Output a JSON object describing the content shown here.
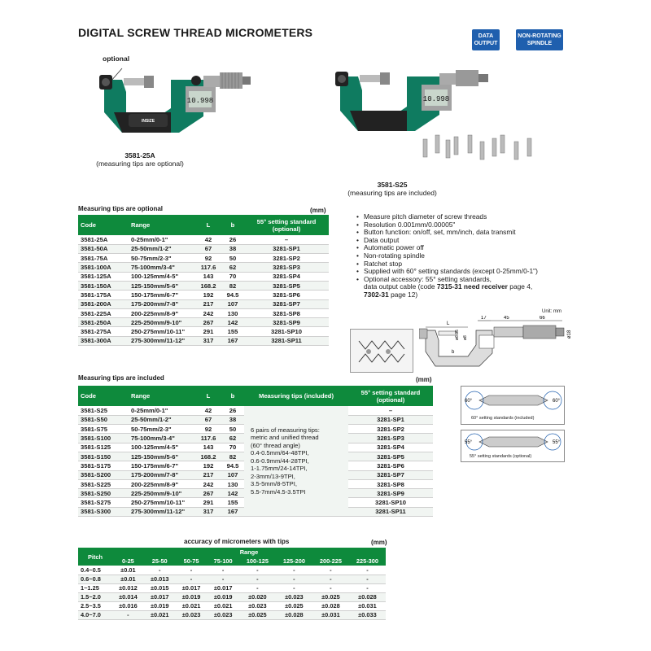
{
  "header": {
    "title": "DIGITAL SCREW THREAD MICROMETERS",
    "badge_data_output": "DATA OUTPUT",
    "badge_non_rotating": "NON-ROTATING SPINDLE"
  },
  "products": {
    "optional_label": "optional",
    "left_code": "3581-25A",
    "left_note": "(measuring tips are optional)",
    "right_code": "3581-S25",
    "right_note": "(measuring tips are included)",
    "display_value": "10.998",
    "brand": "INSIZE"
  },
  "table_optional": {
    "title": "Measuring tips are optional",
    "unit": "(mm)",
    "headers": [
      "Code",
      "Range",
      "L",
      "b",
      "55° setting standard (optional)"
    ],
    "rows": [
      [
        "3581-25A",
        "0-25mm/0-1\"",
        "42",
        "26",
        "–"
      ],
      [
        "3581-50A",
        "25-50mm/1-2\"",
        "67",
        "38",
        "3281-SP1"
      ],
      [
        "3581-75A",
        "50-75mm/2-3\"",
        "92",
        "50",
        "3281-SP2"
      ],
      [
        "3581-100A",
        "75-100mm/3-4\"",
        "117.6",
        "62",
        "3281-SP3"
      ],
      [
        "3581-125A",
        "100-125mm/4-5\"",
        "143",
        "70",
        "3281-SP4"
      ],
      [
        "3581-150A",
        "125-150mm/5-6\"",
        "168.2",
        "82",
        "3281-SP5"
      ],
      [
        "3581-175A",
        "150-175mm/6-7\"",
        "192",
        "94.5",
        "3281-SP6"
      ],
      [
        "3581-200A",
        "175-200mm/7-8\"",
        "217",
        "107",
        "3281-SP7"
      ],
      [
        "3581-225A",
        "200-225mm/8-9\"",
        "242",
        "130",
        "3281-SP8"
      ],
      [
        "3581-250A",
        "225-250mm/9-10\"",
        "267",
        "142",
        "3281-SP9"
      ],
      [
        "3581-275A",
        "250-275mm/10-11\"",
        "291",
        "155",
        "3281-SP10"
      ],
      [
        "3581-300A",
        "275-300mm/11-12\"",
        "317",
        "167",
        "3281-SP11"
      ]
    ]
  },
  "table_included": {
    "title": "Measuring tips are included",
    "unit": "(mm)",
    "headers": [
      "Code",
      "Range",
      "L",
      "b",
      "Measuring tips (included)",
      "55° setting standard (optional)"
    ],
    "tips_text": [
      "6 pairs of measuring tips:",
      "metric and unified thread",
      "(60° thread angle)",
      "0.4-0.5mm/64-48TPI,",
      "0.6-0.9mm/44-28TPI,",
      "1-1.75mm/24-14TPI,",
      "2-3mm/13-9TPI,",
      "3.5-5mm/8-5TPI,",
      "5.5-7mm/4.5-3.5TPI"
    ],
    "rows": [
      [
        "3581-S25",
        "0-25mm/0-1\"",
        "42",
        "26",
        "–"
      ],
      [
        "3581-S50",
        "25-50mm/1-2\"",
        "67",
        "38",
        "3281-SP1"
      ],
      [
        "3581-S75",
        "50-75mm/2-3\"",
        "92",
        "50",
        "3281-SP2"
      ],
      [
        "3581-S100",
        "75-100mm/3-4\"",
        "117.6",
        "62",
        "3281-SP3"
      ],
      [
        "3581-S125",
        "100-125mm/4-5\"",
        "143",
        "70",
        "3281-SP4"
      ],
      [
        "3581-S150",
        "125-150mm/5-6\"",
        "168.2",
        "82",
        "3281-SP5"
      ],
      [
        "3581-S175",
        "150-175mm/6-7\"",
        "192",
        "94.5",
        "3281-SP6"
      ],
      [
        "3581-S200",
        "175-200mm/7-8\"",
        "217",
        "107",
        "3281-SP7"
      ],
      [
        "3581-S225",
        "200-225mm/8-9\"",
        "242",
        "130",
        "3281-SP8"
      ],
      [
        "3581-S250",
        "225-250mm/9-10\"",
        "267",
        "142",
        "3281-SP9"
      ],
      [
        "3581-S275",
        "250-275mm/10-11\"",
        "291",
        "155",
        "3281-SP10"
      ],
      [
        "3581-S300",
        "275-300mm/11-12\"",
        "317",
        "167",
        "3281-SP11"
      ]
    ]
  },
  "features": [
    "Measure pitch diameter of screw threads",
    "Resolution 0.001mm/0.00005\"",
    "Button function: on/off, set, mm/inch, data transmit",
    "Data output",
    "Automatic power off",
    "Non-rotating spindle",
    "Ratchet stop",
    "Supplied with 60° setting standards (except 0-25mm/0-1\")"
  ],
  "accessory": {
    "line1": "Optional accessory: 55° setting standards,",
    "line2_a": "data output cable (code ",
    "line2_b": "7315-31 need receiver",
    "line2_c": " page 4,",
    "line3_a": "7302-31",
    "line3_b": " page 12)"
  },
  "dimension_diagram": {
    "unit": "Unit: mm",
    "dims": [
      "L",
      "17",
      "45",
      "66",
      "ø6.35",
      "ø8",
      "ø18",
      "b"
    ]
  },
  "setting_standards": {
    "std60_caption": "60° setting standards (included)",
    "std55_caption": "55° setting standards (optional)",
    "angle60": "60°",
    "angle55": "55°"
  },
  "accuracy": {
    "title": "accuracy of micrometers with tips",
    "unit": "(mm)",
    "pitch_header": "Pitch",
    "range_header": "Range",
    "ranges": [
      "0-25",
      "25-50",
      "50-75",
      "75-100",
      "100-125",
      "125-200",
      "200-225",
      "225-300"
    ],
    "rows": [
      [
        "0.4~0.5",
        "±0.01",
        "-",
        "-",
        "-",
        "-",
        "-",
        "-",
        "-"
      ],
      [
        "0.6~0.8",
        "±0.01",
        "±0.013",
        "-",
        "-",
        "-",
        "-",
        "-",
        "-"
      ],
      [
        "1~1.25",
        "±0.012",
        "±0.015",
        "±0.017",
        "±0.017",
        "-",
        "-",
        "-",
        "-"
      ],
      [
        "1.5~2.0",
        "±0.014",
        "±0.017",
        "±0.019",
        "±0.019",
        "±0.020",
        "±0.023",
        "±0.025",
        "±0.028"
      ],
      [
        "2.5~3.5",
        "±0.016",
        "±0.019",
        "±0.021",
        "±0.021",
        "±0.023",
        "±0.025",
        "±0.028",
        "±0.031"
      ],
      [
        "4.0~7.0",
        "-",
        "±0.021",
        "±0.023",
        "±0.023",
        "±0.025",
        "±0.028",
        "±0.031",
        "±0.033"
      ]
    ]
  }
}
